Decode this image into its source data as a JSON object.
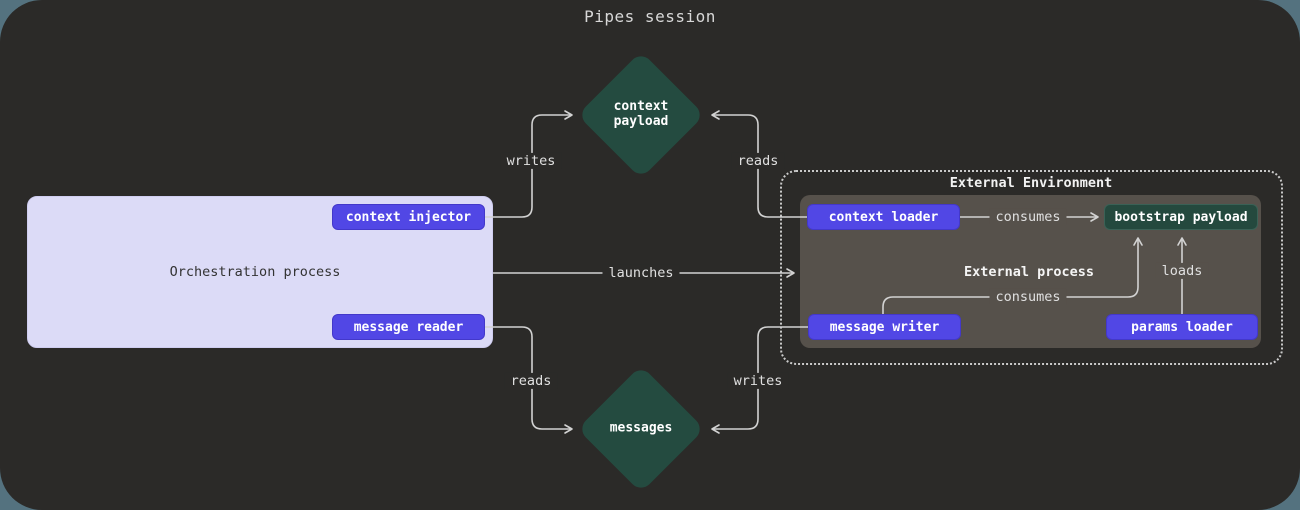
{
  "title": "Pipes session",
  "palette": {
    "outside": "#54727f",
    "board_bg": "#2b2a28",
    "node_purple": "#5147e5",
    "node_teal": "#24493e",
    "diamond_teal": "#244b40",
    "orchestration_bg": "#dcdbf7",
    "external_process_bg": "#56514b",
    "line": "#d2d2d2"
  },
  "orchestration": {
    "label": "Orchestration process",
    "buttons": {
      "context_injector": "context injector",
      "message_reader": "message reader"
    }
  },
  "external": {
    "environment_label": "External Environment",
    "process_label": "External process",
    "buttons": {
      "context_loader": "context loader",
      "bootstrap_payload": "bootstrap payload",
      "message_writer": "message writer",
      "params_loader": "params loader"
    }
  },
  "stores": {
    "context_payload": "context\npayload",
    "messages": "messages"
  },
  "edges": {
    "writes_top": "writes",
    "reads_top": "reads",
    "launches": "launches",
    "reads_bottom": "reads",
    "writes_bottom": "writes",
    "consumes_top": "consumes",
    "consumes_bottom": "consumes",
    "loads": "loads"
  }
}
